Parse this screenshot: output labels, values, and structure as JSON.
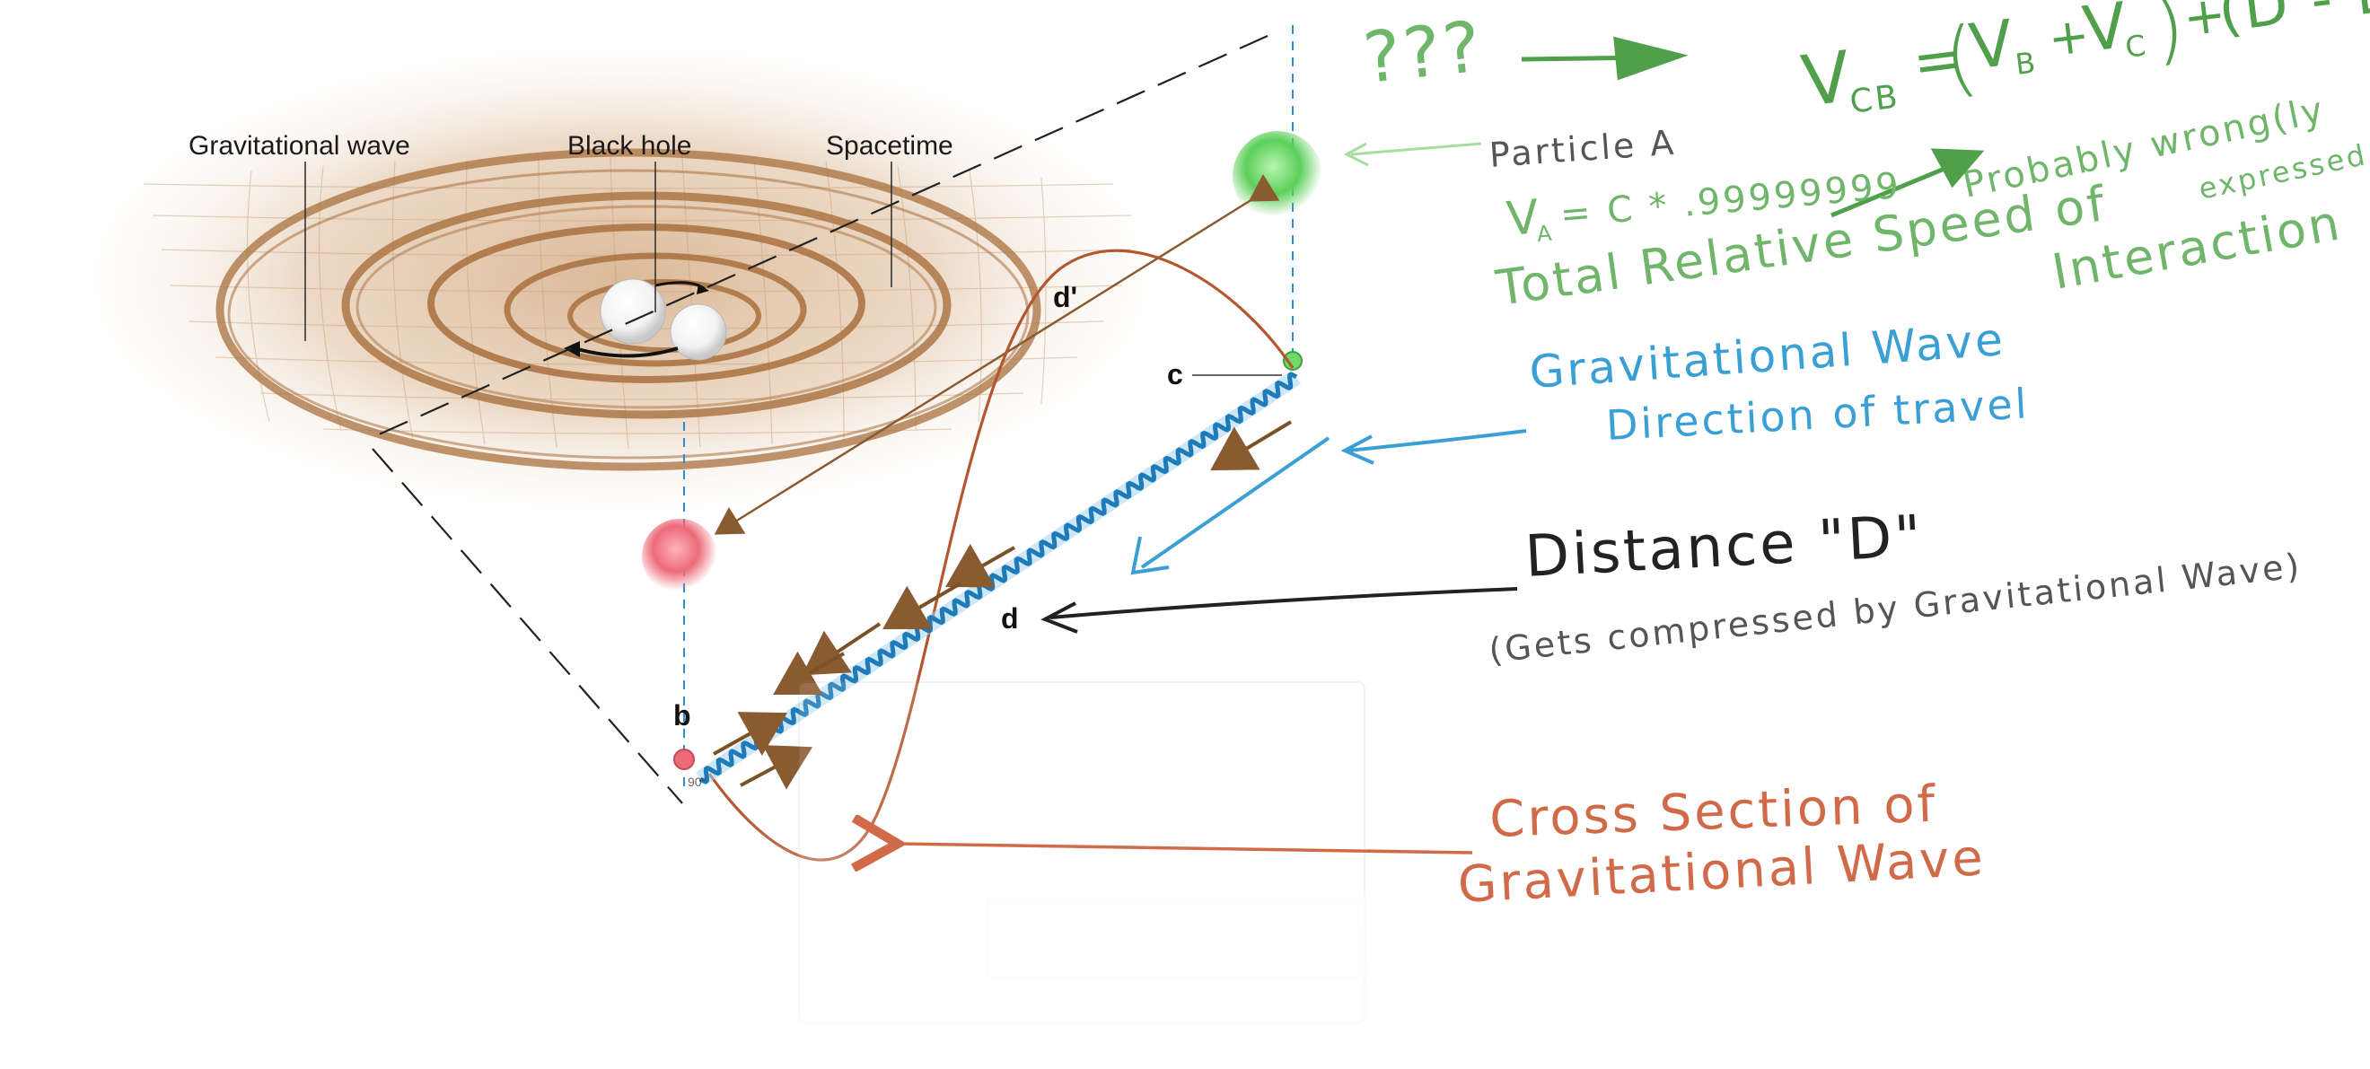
{
  "diagram": {
    "labels": {
      "gravitational_wave": "Gravitational wave",
      "black_hole": "Black hole",
      "spacetime": "Spacetime"
    },
    "points": {
      "d_prime": "d'",
      "c": "c",
      "d": "d",
      "b": "b"
    },
    "faded_tiny_label": "90°"
  },
  "annotations": {
    "question": "???",
    "formula": "V_CB = (V_B + V_C) + (D - D')",
    "formula_parts": {
      "lhs": "V",
      "lhs_sub": "CB",
      "eq": "=",
      "open": "(",
      "vb": "V",
      "vb_sub": "B",
      "plus": "+",
      "vc": "V",
      "vc_sub": "C",
      "close": ")",
      "plus2": "+",
      "d_term": "(D - D')"
    },
    "probably": "Probably wrong(ly",
    "expressed": "expressed",
    "particle": "Particle A",
    "velocity": "V = C * .99999999",
    "velocity_parts": {
      "v": "V",
      "v_sub": "A",
      "eq": "= C * .99999999"
    },
    "total_relative": "Total Relative Speed of",
    "interaction": "Interaction",
    "gw_direction_line1": "Gravitational Wave",
    "gw_direction_line2": "Direction of travel",
    "distance": "Distance \"D\"",
    "compressed": "(Gets compressed by Gravitational Wave)",
    "cross_section_line1": "Cross Section of",
    "cross_section_line2": "Gravitational Wave"
  },
  "colors": {
    "annotation_green": "#6fb56a",
    "annotation_blue": "#3a9fd4",
    "annotation_red": "#d06a48",
    "spacetime_brown": "#a8703e",
    "particle_green": "#5ccf5a",
    "particle_red": "#ec6b78",
    "beam_blue": "#2d8fce"
  }
}
